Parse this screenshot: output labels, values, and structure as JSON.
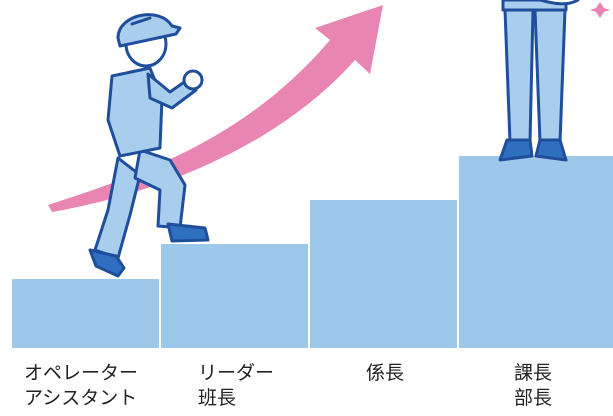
{
  "diagram": {
    "colors": {
      "step_fill": "#9ec8ea",
      "step_stroke": "#ffffff",
      "arrow": "#e985b3",
      "figure_fill": "#a9cdec",
      "figure_stroke": "#1f4f9c",
      "shoe": "#2f6fc0",
      "skin": "#ffffff",
      "sparkle": "#e985b3"
    },
    "steps": [
      {
        "id": "operator",
        "lines": [
          "オペレーター",
          "アシスタント"
        ]
      },
      {
        "id": "leader",
        "lines": [
          "リーダー",
          "班長"
        ]
      },
      {
        "id": "chief",
        "lines": [
          "係長"
        ]
      },
      {
        "id": "manager",
        "lines": [
          "課長",
          "部長"
        ]
      }
    ],
    "icons": [
      "climbing-worker-icon",
      "standing-worker-icon",
      "growth-arrow-icon",
      "sparkle-icon"
    ]
  }
}
